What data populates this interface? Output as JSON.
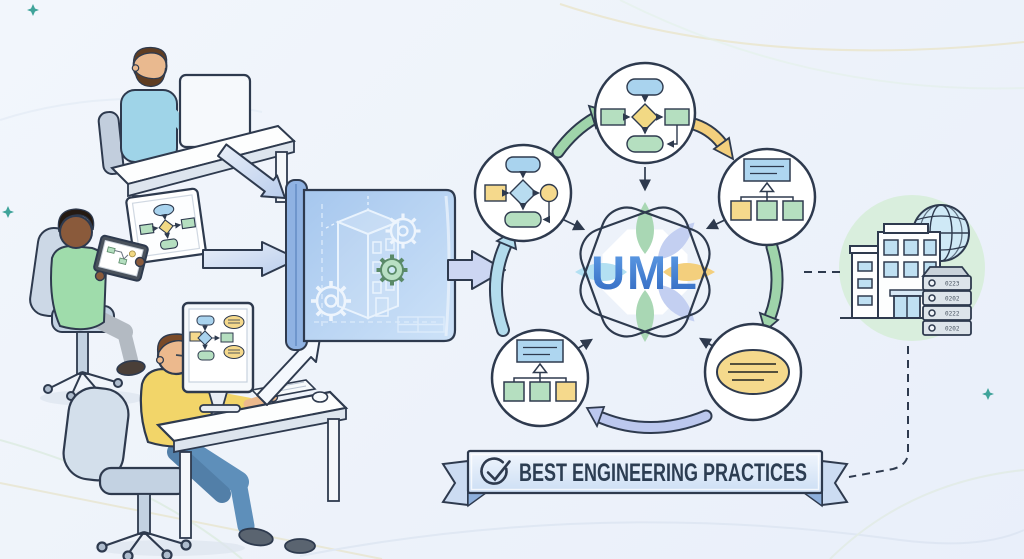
{
  "scene": {
    "center_emblem": {
      "label": "UML"
    },
    "banner": {
      "label": "BEST ENGINEERING PRACTICES",
      "icon": "check-circle-icon"
    },
    "hub": {
      "nodes": [
        {
          "position": "top",
          "icon": "flowchart-diagram-icon"
        },
        {
          "position": "upper-left",
          "icon": "flowchart-diagram-icon"
        },
        {
          "position": "upper-right",
          "icon": "class-hierarchy-diagram-icon"
        },
        {
          "position": "lower-left",
          "icon": "class-hierarchy-diagram-icon"
        },
        {
          "position": "lower-right",
          "icon": "use-case-note-icon"
        }
      ],
      "cycle_arrow_colors": [
        "#9fd4aa",
        "#f3cf7d",
        "#9fd4aa",
        "#bcc8ee",
        "#b3dced"
      ]
    },
    "left_scene": {
      "people": [
        {
          "id": "developer-at-desktop-top",
          "icon": "desktop-monitor-icon"
        },
        {
          "id": "developer-with-tablet",
          "icon": "tablet-icon"
        },
        {
          "id": "developer-at-desktop-bottom",
          "icon": "desktop-monitor-icon"
        }
      ],
      "blueprint_icon": "blueprint-scroll-icon"
    },
    "deployment": {
      "icons": [
        "office-building-icon",
        "globe-icon",
        "server-rack-icon"
      ],
      "server_rows": [
        "0223",
        "0202",
        "0222",
        "0202"
      ]
    },
    "colors": {
      "outline": "#2e3a4e",
      "uml_blue": "#3a7bd5",
      "petal_green": "#a9d7b4",
      "petal_yellow": "#f3cf7d",
      "petal_lavender": "#c3cff1",
      "petal_lightblue": "#b3e0f2",
      "banner_fill": "#d9e6f7"
    }
  }
}
